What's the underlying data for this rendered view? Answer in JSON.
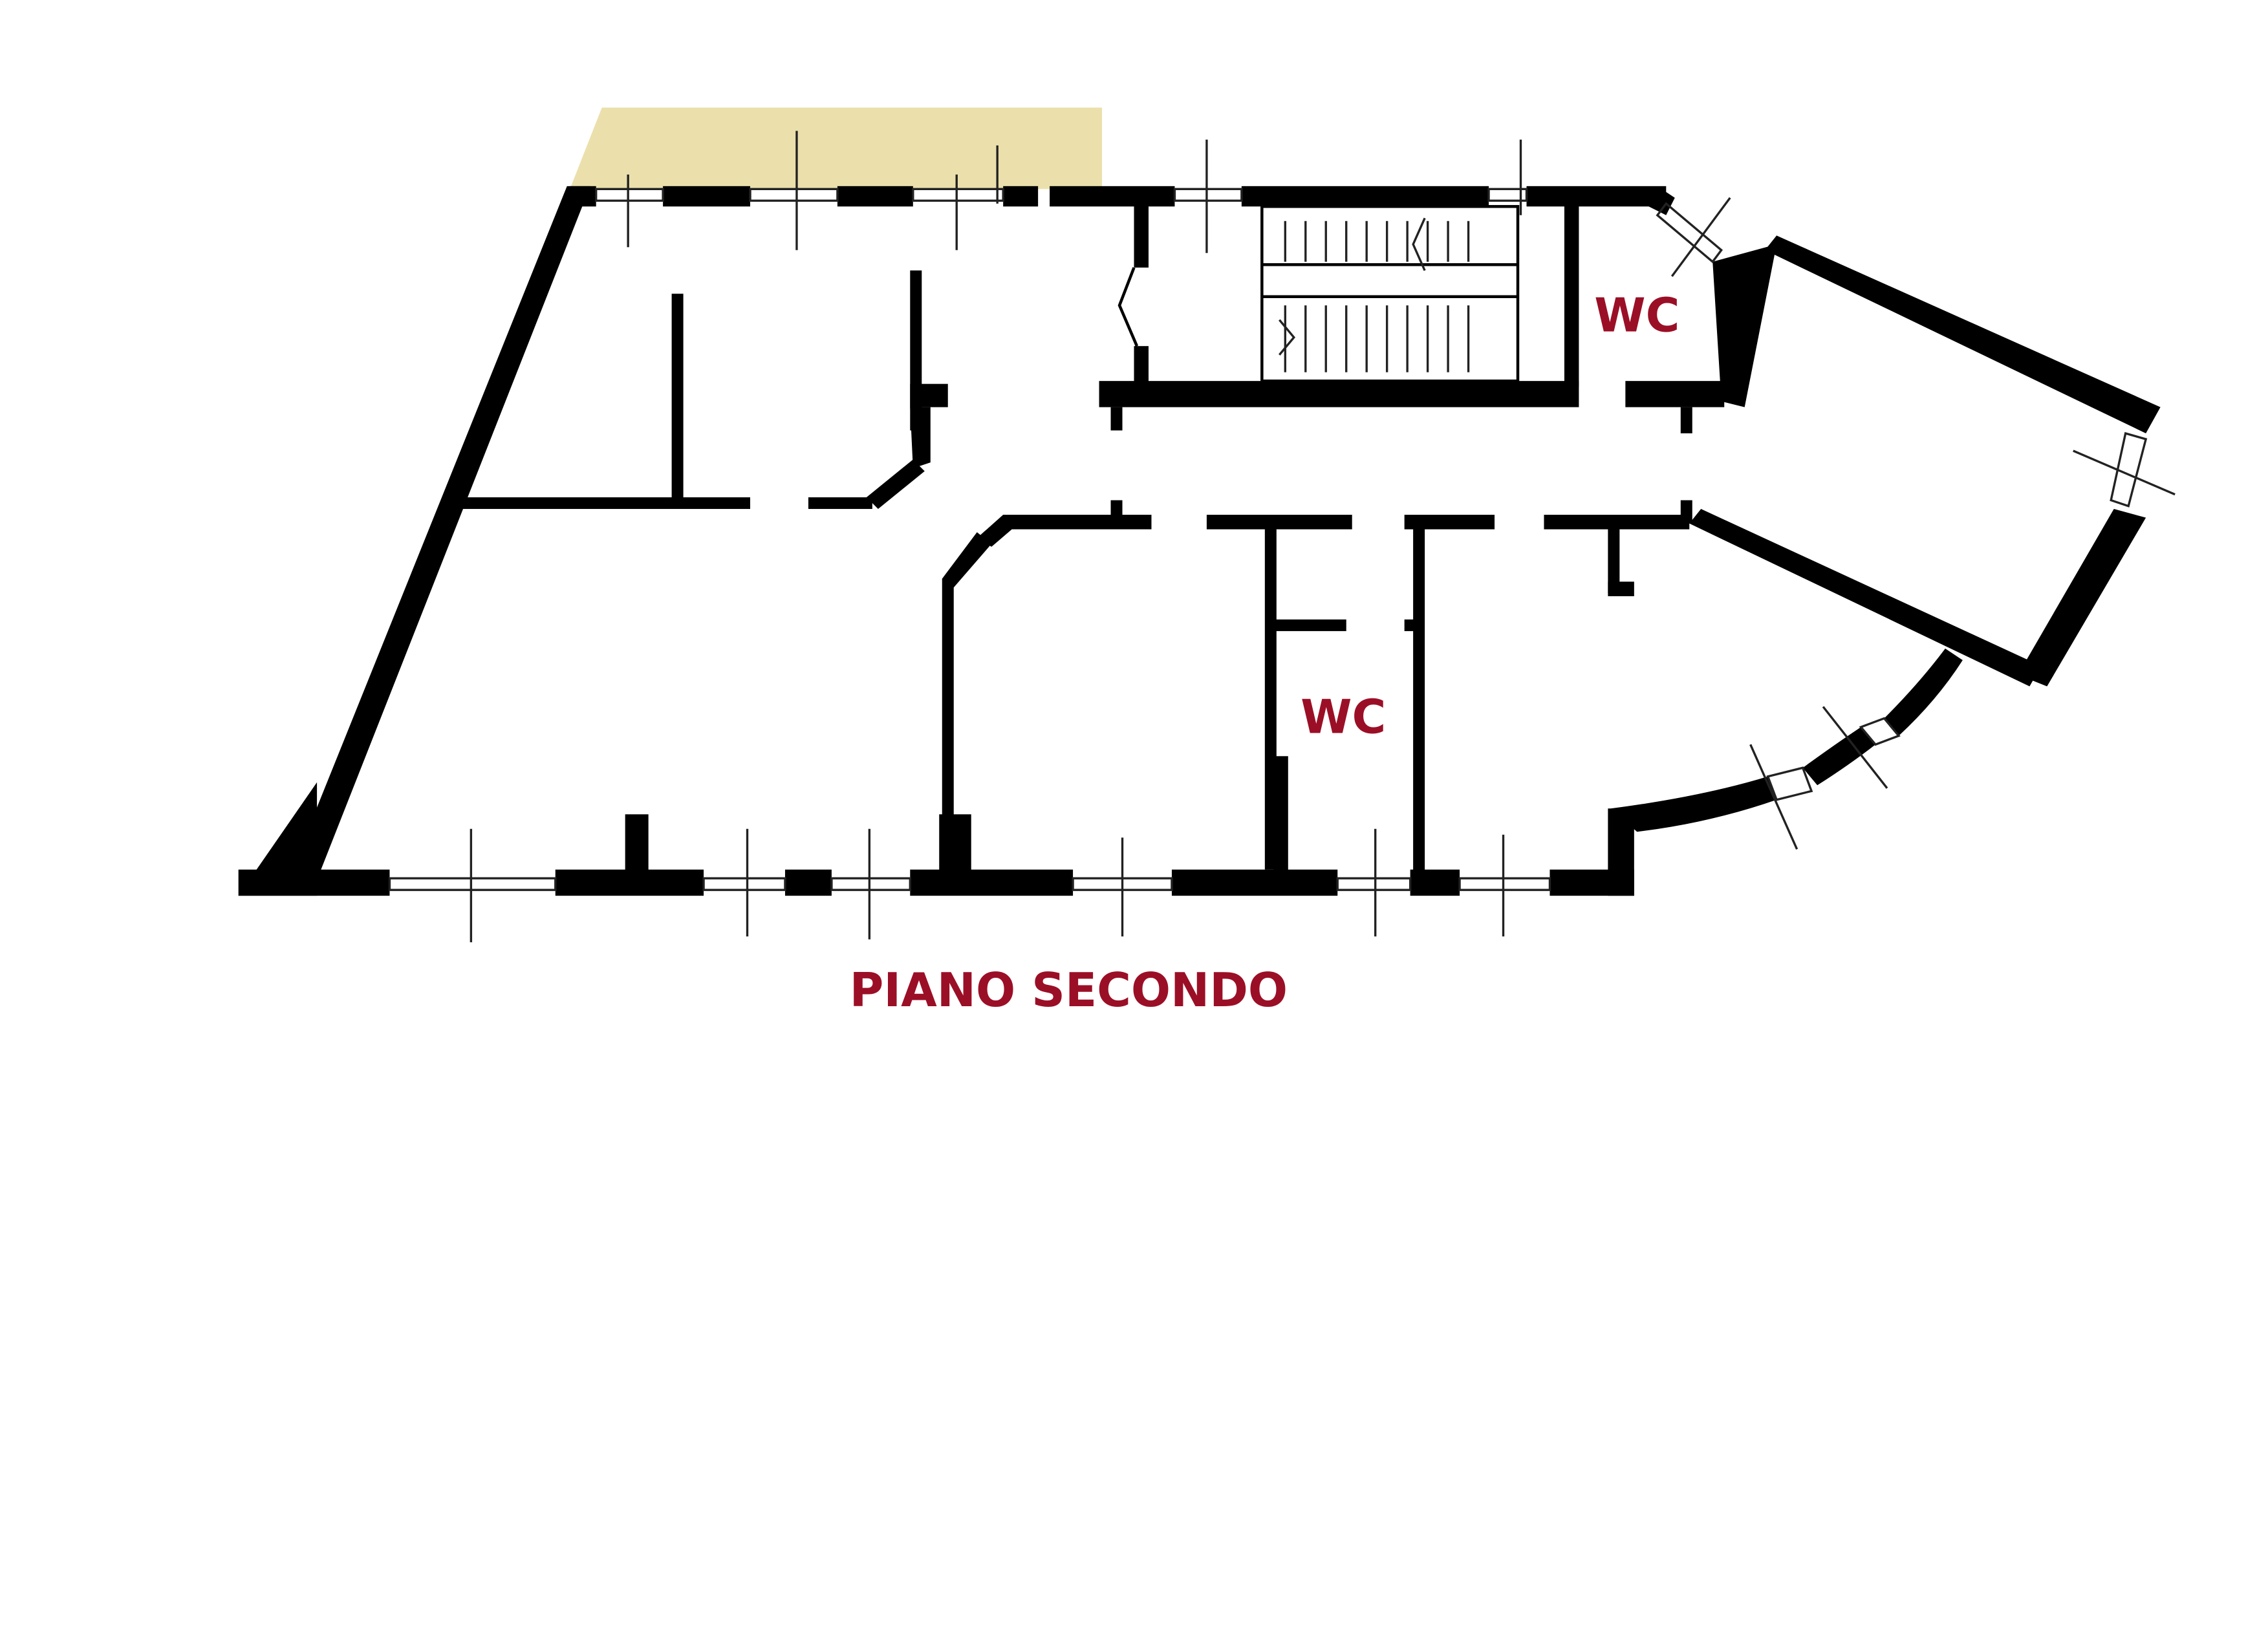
{
  "floor_title": "PIANO SECONDO",
  "rooms": {
    "wc_upper": "WC",
    "wc_lower": "WC"
  },
  "colors": {
    "walls": "#000000",
    "label": "#9b0f26",
    "terrace": "#ebe0ab",
    "background": "#ffffff"
  }
}
